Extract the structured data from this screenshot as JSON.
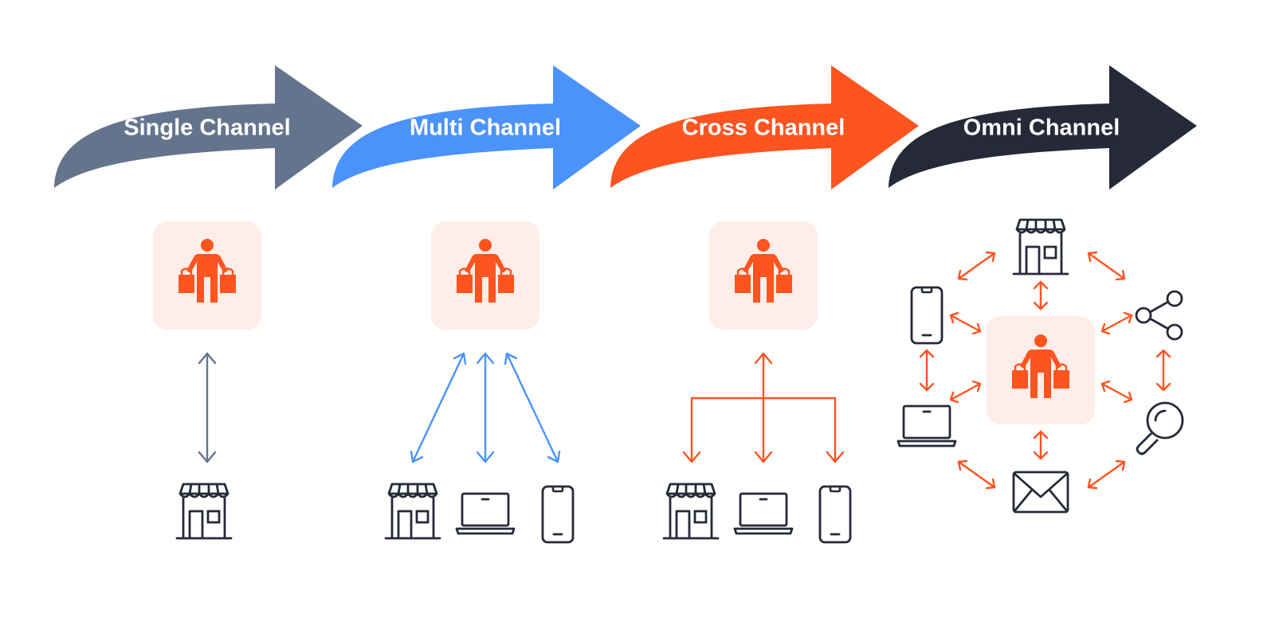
{
  "colors": {
    "single": "#64748d",
    "multi": "#4b93fb",
    "cross": "#fd5420",
    "omni": "#262938",
    "shopper": "#fd5420",
    "shopper_bg": "#feede8",
    "icon_stroke": "#252a37"
  },
  "stages": [
    {
      "key": "single",
      "label": "Single Channel",
      "channels": [
        "store-icon"
      ]
    },
    {
      "key": "multi",
      "label": "Multi Channel",
      "channels": [
        "store-icon",
        "laptop-icon",
        "phone-icon"
      ]
    },
    {
      "key": "cross",
      "label": "Cross Channel",
      "channels": [
        "store-icon",
        "laptop-icon",
        "phone-icon"
      ]
    },
    {
      "key": "omni",
      "label": "Omni Channel",
      "channels": [
        "store-icon",
        "share-icon",
        "search-icon",
        "mail-icon",
        "laptop-icon",
        "phone-icon"
      ]
    }
  ]
}
